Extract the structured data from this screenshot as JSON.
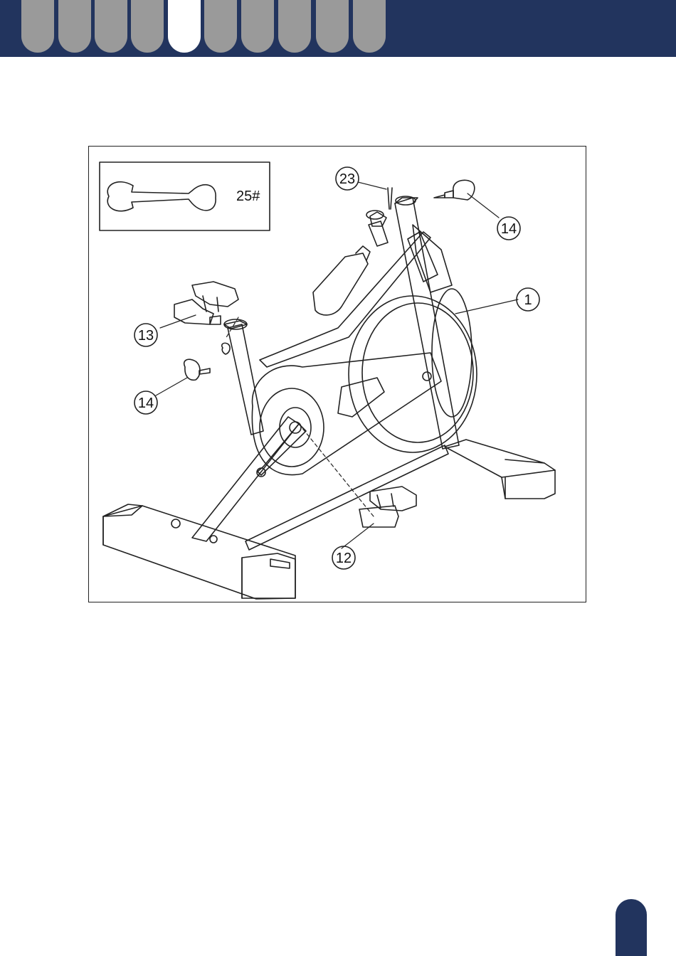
{
  "header": {
    "tab_count": 10,
    "active_tab_index": 4,
    "colors": {
      "bar": "#22345e",
      "tab": "#9a9a9a",
      "active_tab": "#ffffff"
    }
  },
  "figure": {
    "tool_label": "25#",
    "callouts": {
      "saddle_post": "23",
      "knob_top": "14",
      "main_frame": "1",
      "handlebar": "13",
      "knob_left": "14",
      "pedal": "12"
    }
  },
  "page_tab_color": "#22345e"
}
